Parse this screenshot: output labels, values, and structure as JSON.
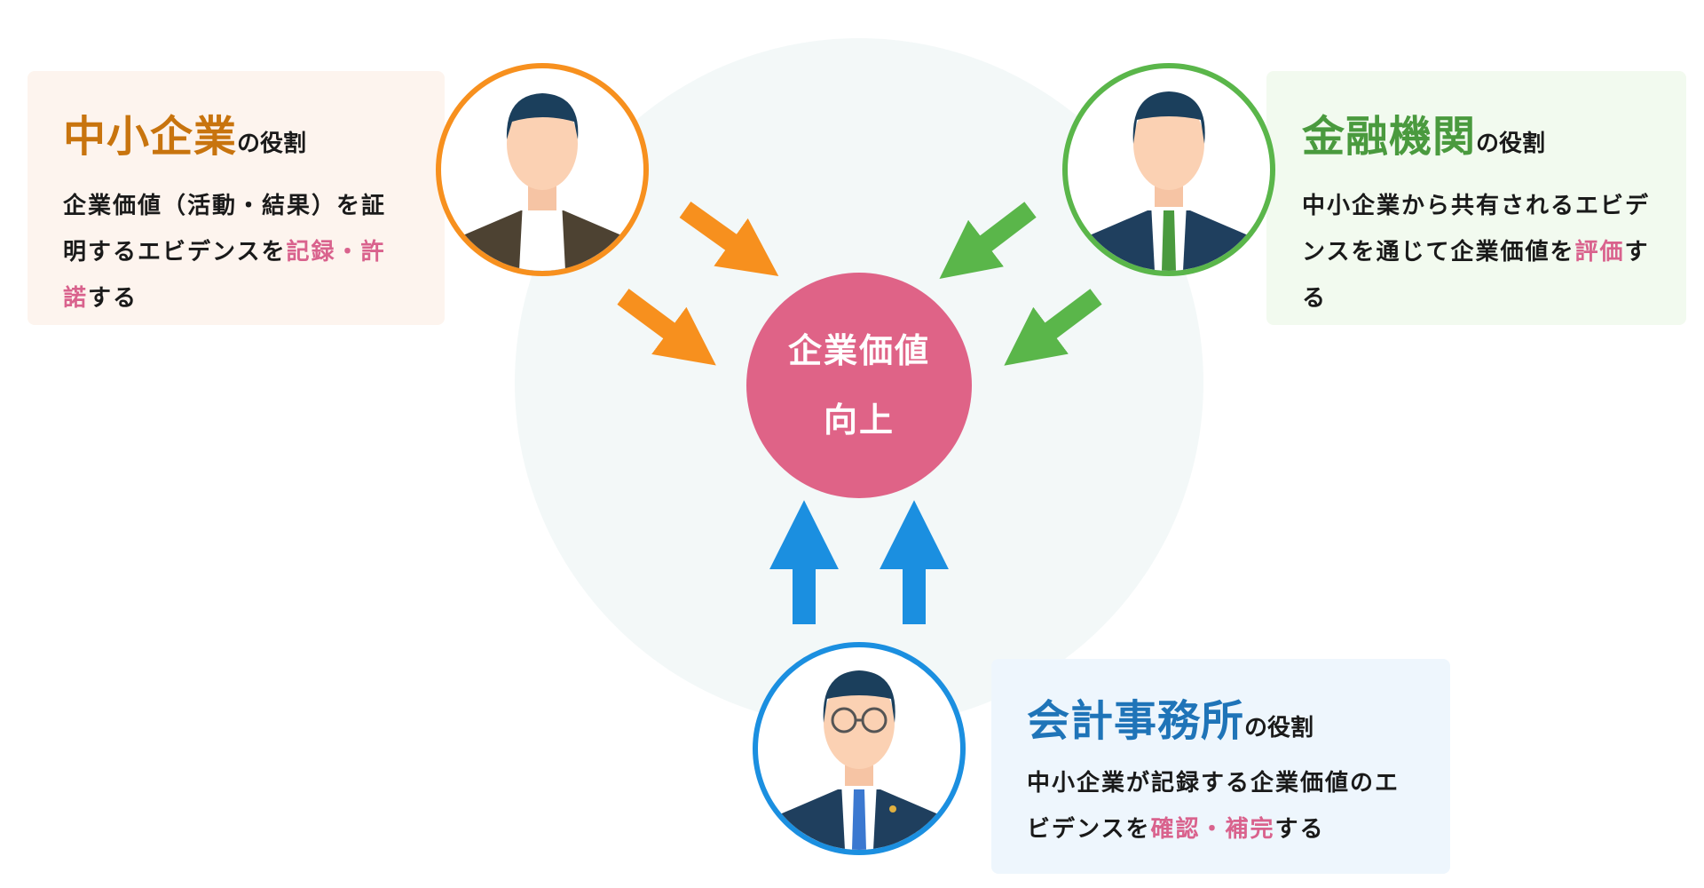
{
  "center": {
    "line1": "企業価値",
    "line2": "向上"
  },
  "roles": {
    "sme": {
      "name": "中小企業",
      "suffix": "の役割",
      "body_1": "企業価値（活動・結果）を証明するエビデンスを",
      "hl_1": "記録・許諾",
      "body_2": "する"
    },
    "bank": {
      "name": "金融機関",
      "suffix": "の役割",
      "body_1": "中小企業から共有されるエビデンスを通じて企業価値を",
      "hl_1": "評価",
      "body_2": "する"
    },
    "accounting": {
      "name": "会計事務所",
      "suffix": "の役割",
      "body_1": "中小企業が記録する企業価値のエビデンスを",
      "hl_1": "確認・補完",
      "body_2": "する"
    }
  },
  "colors": {
    "sme": "#c8740e",
    "bank": "#4a9a3e",
    "accounting": "#1f74b8",
    "center": "#df6387",
    "highlight": "#d9628d"
  }
}
